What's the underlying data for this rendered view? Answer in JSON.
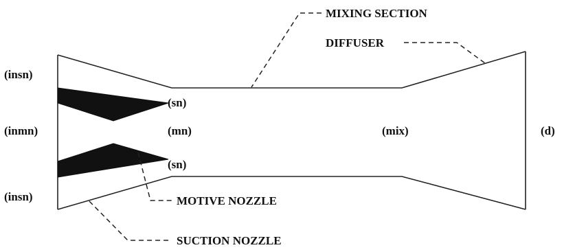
{
  "station_labels": {
    "inlet_suction_top": "(insn)",
    "inlet_motive": "(inmn)",
    "inlet_suction_bottom": "(insn)",
    "suction_top": "(sn)",
    "motive": "(mn)",
    "suction_bottom": "(sn)",
    "mixing": "(mix)",
    "diffuser_exit": "(d)"
  },
  "callouts": {
    "mixing_section": "MIXING SECTION",
    "diffuser": "DIFFUSER",
    "motive_nozzle": "MOTIVE NOZZLE",
    "suction_nozzle": "SUCTION NOZZLE"
  }
}
